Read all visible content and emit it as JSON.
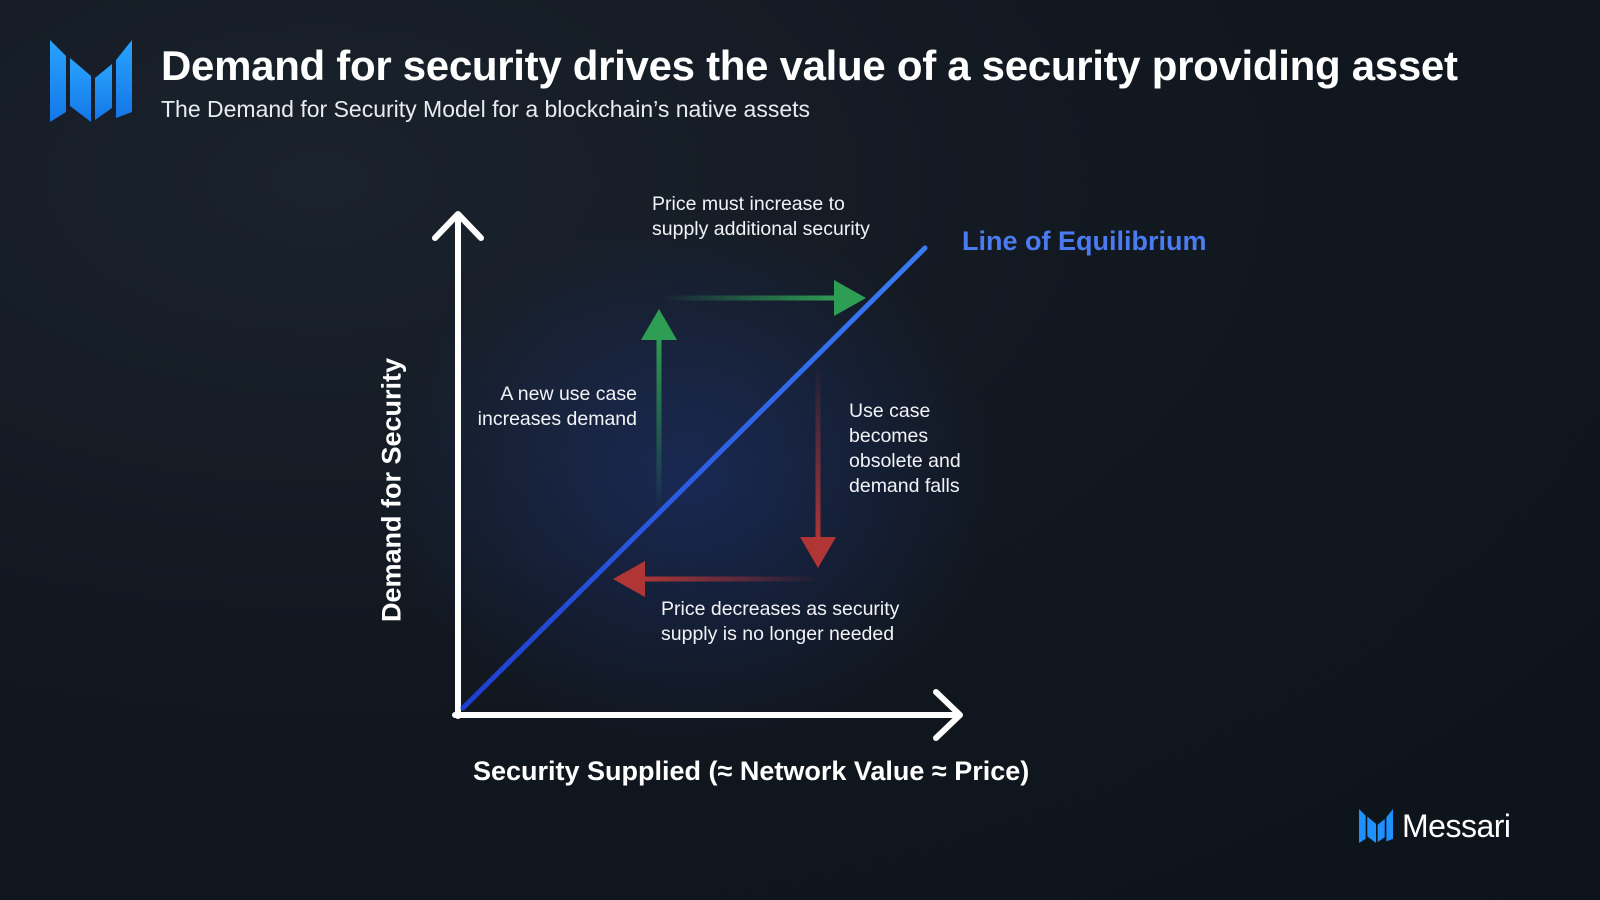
{
  "header": {
    "title": "Demand for security drives the value of a security providing asset",
    "subtitle": "The Demand for Security Model for a blockchain’s native assets"
  },
  "diagram": {
    "x_axis_label": "Security Supplied (≈ Network Value ≈ Price)",
    "y_axis_label": "Demand for Security",
    "equilibrium_label": "Line of Equilibrium",
    "annotations": {
      "price_increase": "Price must increase to supply additional security",
      "new_use_case": "A new use case increases demand",
      "obsolete": "Use case becomes obsolete and demand falls",
      "price_decrease": "Price decreases as security supply is no longer needed"
    }
  },
  "footer": {
    "brand": "Messari"
  },
  "colors": {
    "accent_blue": "#1e90ff",
    "equilibrium_blue": "#4a7bf0",
    "arrow_green": "#2f9e55",
    "arrow_red": "#b03535",
    "background": "#121820"
  },
  "icons": {
    "logo": "messari-logo-icon",
    "brand": "messari-logo-icon"
  }
}
